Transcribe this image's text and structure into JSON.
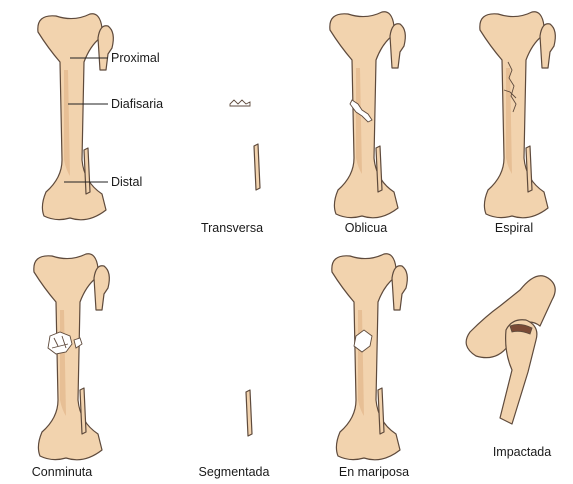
{
  "anatomy_labels": {
    "proximal": "Proximal",
    "diaphyseal": "Diafisaria",
    "distal": "Distal"
  },
  "fracture_types": [
    "Transversa",
    "Oblicua",
    "Espiral",
    "Conminuta",
    "Segmentada",
    "En mariposa",
    "Impactada"
  ],
  "colors": {
    "bone_fill": "#f2d3ae",
    "bone_outline": "#5e4a3c",
    "background": "#ffffff"
  }
}
